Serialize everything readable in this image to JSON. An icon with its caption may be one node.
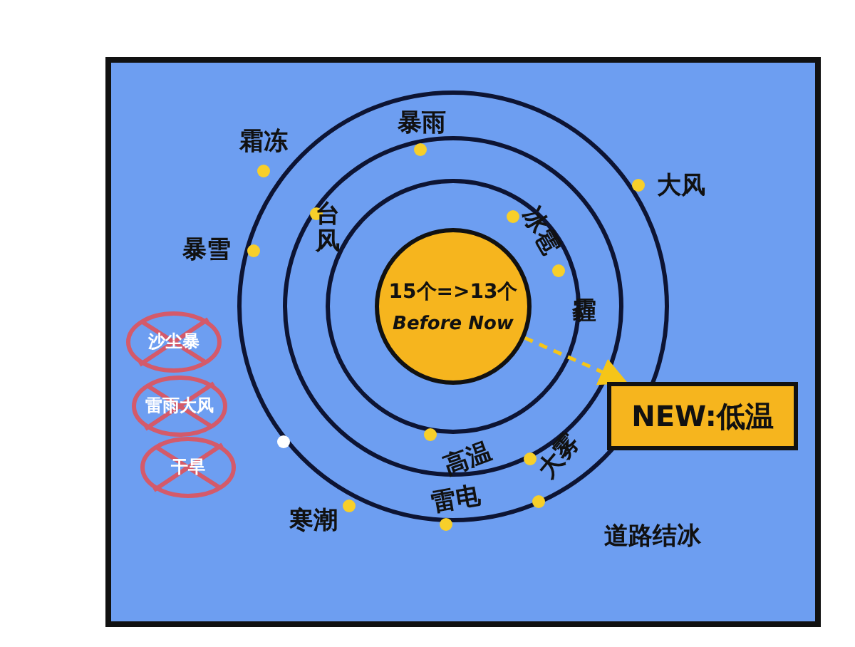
{
  "diagram": {
    "nodes": [
      {
        "text": [
          "15个=>13个",
          "Before Now"
        ]
      },
      {
        "text": [
          "NEW:低温"
        ]
      }
    ],
    "edges": [
      {
        "from": 0,
        "to": 1,
        "arrow": "to",
        "style": "dashed"
      }
    ],
    "labels": [
      "暴雨",
      "霜冻",
      "大风",
      "冰雹",
      "台风",
      "暴雪",
      "霾",
      "沙尘暴",
      "雷雨大风",
      "干旱",
      "高温",
      "大雾",
      "寒潮",
      "雷电",
      "道路结冰"
    ]
  }
}
